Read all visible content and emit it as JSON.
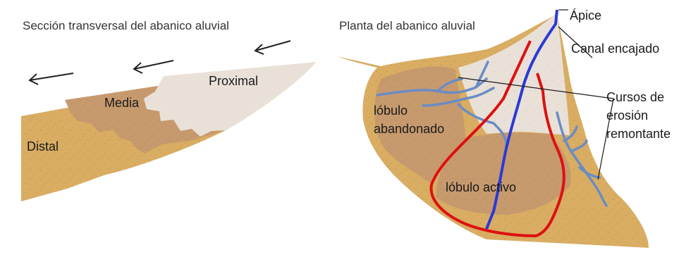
{
  "left_panel": {
    "title": "Sección transversal del abanico aluvial",
    "zones": {
      "proximal": "Proximal",
      "media": "Media",
      "distal": "Distal"
    }
  },
  "right_panel": {
    "title": "Planta del abanico aluvial",
    "labels": {
      "apice": "Ápice",
      "canal_encajado": "Canal encajado",
      "cursos_line1": "Cursos de",
      "cursos_line2": "erosión",
      "cursos_line3": "remontante",
      "lobulo_abandonado_line1": "lóbulo",
      "lobulo_abandonado_line2": "abandonado",
      "lobulo_activo": "lóbulo activo"
    }
  },
  "colors": {
    "distal": "#d9ad62",
    "media": "#c79a6e",
    "proximal": "#e9e1d8",
    "red_channel": "#dd1111",
    "blue_channel": "#2a3ad6",
    "erosion_streams": "#6a8cc4"
  }
}
